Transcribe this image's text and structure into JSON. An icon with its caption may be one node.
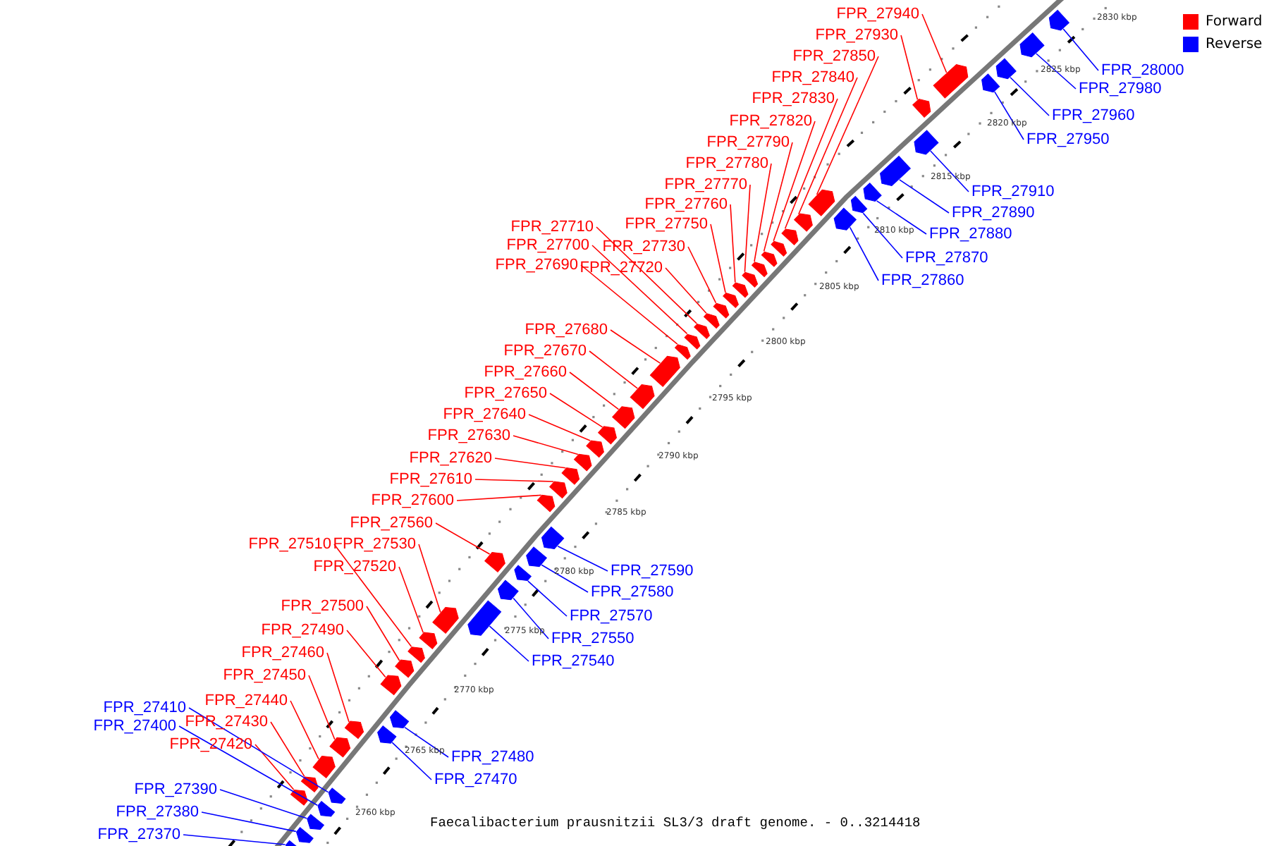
{
  "diagram": {
    "caption": "Faecalibacterium prausnitzii SL3/3 draft genome. - 0..3214418",
    "nodes": [
      {
        "text": [
          "FPR_27940"
        ]
      },
      {
        "text": [
          "FPR_27930"
        ]
      },
      {
        "text": [
          "FPR_27850"
        ]
      },
      {
        "text": [
          "FPR_27840"
        ]
      },
      {
        "text": [
          "FPR_27830"
        ]
      },
      {
        "text": [
          "FPR_27820"
        ]
      },
      {
        "text": [
          "FPR_27790"
        ]
      },
      {
        "text": [
          "FPR_27780"
        ]
      },
      {
        "text": [
          "FPR_27770"
        ]
      },
      {
        "text": [
          "FPR_27760"
        ]
      },
      {
        "text": [
          "FPR_27750"
        ]
      },
      {
        "text": [
          "FPR_27730"
        ]
      },
      {
        "text": [
          "FPR_27720"
        ]
      },
      {
        "text": [
          "FPR_27710"
        ]
      },
      {
        "text": [
          "FPR_27700"
        ]
      },
      {
        "text": [
          "FPR_27690"
        ]
      },
      {
        "text": [
          "FPR_27680"
        ]
      },
      {
        "text": [
          "FPR_27670"
        ]
      },
      {
        "text": [
          "FPR_27660"
        ]
      },
      {
        "text": [
          "FPR_27650"
        ]
      },
      {
        "text": [
          "FPR_27640"
        ]
      },
      {
        "text": [
          "FPR_27630"
        ]
      },
      {
        "text": [
          "FPR_27620"
        ]
      },
      {
        "text": [
          "FPR_27610"
        ]
      },
      {
        "text": [
          "FPR_27600"
        ]
      },
      {
        "text": [
          "FPR_27560"
        ]
      },
      {
        "text": [
          "FPR_27510"
        ]
      },
      {
        "text": [
          "FPR_27530"
        ]
      },
      {
        "text": [
          "FPR_27520"
        ]
      },
      {
        "text": [
          "FPR_27500"
        ]
      },
      {
        "text": [
          "FPR_27490"
        ]
      },
      {
        "text": [
          "FPR_27460"
        ]
      },
      {
        "text": [
          "FPR_27450"
        ]
      },
      {
        "text": [
          "FPR_27440"
        ]
      },
      {
        "text": [
          "FPR_27430"
        ]
      },
      {
        "text": [
          "FPR_27420"
        ]
      },
      {
        "text": [
          "FPR_28000"
        ]
      },
      {
        "text": [
          "FPR_27980"
        ]
      },
      {
        "text": [
          "FPR_27960"
        ]
      },
      {
        "text": [
          "FPR_27950"
        ]
      },
      {
        "text": [
          "FPR_27910"
        ]
      },
      {
        "text": [
          "FPR_27890"
        ]
      },
      {
        "text": [
          "FPR_27880"
        ]
      },
      {
        "text": [
          "FPR_27870"
        ]
      },
      {
        "text": [
          "FPR_27860"
        ]
      },
      {
        "text": [
          "FPR_27590"
        ]
      },
      {
        "text": [
          "FPR_27580"
        ]
      },
      {
        "text": [
          "FPR_27570"
        ]
      },
      {
        "text": [
          "FPR_27550"
        ]
      },
      {
        "text": [
          "FPR_27540"
        ]
      },
      {
        "text": [
          "FPR_27480"
        ]
      },
      {
        "text": [
          "FPR_27470"
        ]
      },
      {
        "text": [
          "FPR_27410"
        ]
      },
      {
        "text": [
          "FPR_27400"
        ]
      },
      {
        "text": [
          "FPR_27390"
        ]
      },
      {
        "text": [
          "FPR_27380"
        ]
      },
      {
        "text": [
          "FPR_27370"
        ]
      },
      {
        "text": [],
        "shape": "box"
      },
      {
        "text": [],
        "shape": "box"
      },
      {
        "text": [],
        "shape": "box"
      },
      {
        "text": [],
        "shape": "box"
      },
      {
        "text": [],
        "shape": "box"
      },
      {
        "text": [],
        "shape": "box"
      },
      {
        "text": [],
        "shape": "box"
      },
      {
        "text": [],
        "shape": "box"
      },
      {
        "text": [],
        "shape": "box"
      },
      {
        "text": [],
        "shape": "box"
      },
      {
        "text": [],
        "shape": "box"
      },
      {
        "text": [],
        "shape": "box"
      },
      {
        "text": [],
        "shape": "box"
      },
      {
        "text": [],
        "shape": "box"
      },
      {
        "text": [],
        "shape": "box"
      },
      {
        "text": [],
        "shape": "box"
      },
      {
        "text": [],
        "shape": "box"
      },
      {
        "text": [],
        "shape": "box"
      },
      {
        "text": [],
        "shape": "box"
      },
      {
        "text": [],
        "shape": "box"
      },
      {
        "text": [],
        "shape": "box"
      },
      {
        "text": [],
        "shape": "box"
      },
      {
        "text": [],
        "shape": "box"
      },
      {
        "text": [],
        "shape": "box"
      },
      {
        "text": [],
        "shape": "box"
      },
      {
        "text": [],
        "shape": "box"
      },
      {
        "text": [],
        "shape": "box"
      },
      {
        "text": [],
        "shape": "box"
      },
      {
        "text": [],
        "shape": "box"
      },
      {
        "text": [],
        "shape": "box"
      },
      {
        "text": [],
        "shape": "box"
      },
      {
        "text": [],
        "shape": "box"
      },
      {
        "text": [],
        "shape": "box"
      },
      {
        "text": [],
        "shape": "box"
      },
      {
        "text": [],
        "shape": "box"
      },
      {
        "text": [],
        "shape": "box"
      },
      {
        "text": [],
        "shape": "box"
      },
      {
        "text": [],
        "shape": "box"
      },
      {
        "text": [],
        "shape": "box"
      },
      {
        "text": [],
        "shape": "box"
      },
      {
        "text": [],
        "shape": "box"
      },
      {
        "text": [],
        "shape": "box"
      },
      {
        "text": [],
        "shape": "box"
      },
      {
        "text": [],
        "shape": "box"
      },
      {
        "text": [],
        "shape": "box"
      },
      {
        "text": [],
        "shape": "box"
      },
      {
        "text": [],
        "shape": "box"
      },
      {
        "text": [],
        "shape": "box"
      },
      {
        "text": [],
        "shape": "box"
      },
      {
        "text": [],
        "shape": "box"
      },
      {
        "text": [],
        "shape": "box"
      },
      {
        "text": [],
        "shape": "box"
      },
      {
        "text": [],
        "shape": "box"
      },
      {
        "text": [],
        "shape": "box"
      },
      {
        "text": [],
        "shape": "box"
      },
      {
        "text": [],
        "shape": "box"
      },
      {
        "text": [],
        "shape": "box"
      }
    ],
    "edges": [
      {
        "from": 0,
        "to": 57,
        "arrow": "none"
      },
      {
        "from": 1,
        "to": 58,
        "arrow": "none"
      },
      {
        "from": 2,
        "to": 59,
        "arrow": "none"
      },
      {
        "from": 3,
        "to": 60,
        "arrow": "none"
      },
      {
        "from": 4,
        "to": 61,
        "arrow": "none"
      },
      {
        "from": 5,
        "to": 62,
        "arrow": "none"
      },
      {
        "from": 6,
        "to": 63,
        "arrow": "none"
      },
      {
        "from": 7,
        "to": 64,
        "arrow": "none"
      },
      {
        "from": 8,
        "to": 65,
        "arrow": "none"
      },
      {
        "from": 9,
        "to": 66,
        "arrow": "none"
      },
      {
        "from": 10,
        "to": 67,
        "arrow": "none"
      },
      {
        "from": 11,
        "to": 68,
        "arrow": "none"
      },
      {
        "from": 12,
        "to": 69,
        "arrow": "none"
      },
      {
        "from": 13,
        "to": 70,
        "arrow": "none"
      },
      {
        "from": 14,
        "to": 71,
        "arrow": "none"
      },
      {
        "from": 15,
        "to": 72,
        "arrow": "none"
      },
      {
        "from": 16,
        "to": 73,
        "arrow": "none"
      },
      {
        "from": 17,
        "to": 74,
        "arrow": "none"
      },
      {
        "from": 18,
        "to": 75,
        "arrow": "none"
      },
      {
        "from": 19,
        "to": 76,
        "arrow": "none"
      },
      {
        "from": 20,
        "to": 77,
        "arrow": "none"
      },
      {
        "from": 21,
        "to": 78,
        "arrow": "none"
      },
      {
        "from": 22,
        "to": 79,
        "arrow": "none"
      },
      {
        "from": 23,
        "to": 80,
        "arrow": "none"
      },
      {
        "from": 24,
        "to": 81,
        "arrow": "none"
      },
      {
        "from": 25,
        "to": 82,
        "arrow": "none"
      },
      {
        "from": 26,
        "to": 83,
        "arrow": "none"
      },
      {
        "from": 27,
        "to": 84,
        "arrow": "none"
      },
      {
        "from": 28,
        "to": 85,
        "arrow": "none"
      },
      {
        "from": 29,
        "to": 86,
        "arrow": "none"
      },
      {
        "from": 30,
        "to": 87,
        "arrow": "none"
      },
      {
        "from": 31,
        "to": 88,
        "arrow": "none"
      },
      {
        "from": 32,
        "to": 89,
        "arrow": "none"
      },
      {
        "from": 33,
        "to": 90,
        "arrow": "none"
      },
      {
        "from": 34,
        "to": 91,
        "arrow": "none"
      },
      {
        "from": 35,
        "to": 92,
        "arrow": "none"
      },
      {
        "from": 36,
        "to": 93,
        "arrow": "none",
        "color": "#0000ff"
      },
      {
        "from": 37,
        "to": 94,
        "arrow": "none",
        "color": "#0000ff"
      },
      {
        "from": 38,
        "to": 95,
        "arrow": "none",
        "color": "#0000ff"
      },
      {
        "from": 39,
        "to": 96,
        "arrow": "none",
        "color": "#0000ff"
      },
      {
        "from": 40,
        "to": 97,
        "arrow": "none",
        "color": "#0000ff"
      },
      {
        "from": 41,
        "to": 98,
        "arrow": "none",
        "color": "#0000ff"
      },
      {
        "from": 42,
        "to": 99,
        "arrow": "none",
        "color": "#0000ff"
      },
      {
        "from": 43,
        "to": 100,
        "arrow": "none",
        "color": "#0000ff"
      },
      {
        "from": 44,
        "to": 101,
        "arrow": "none",
        "color": "#0000ff"
      },
      {
        "from": 45,
        "to": 102,
        "arrow": "none",
        "color": "#0000ff"
      },
      {
        "from": 46,
        "to": 103,
        "arrow": "none",
        "color": "#0000ff"
      },
      {
        "from": 47,
        "to": 104,
        "arrow": "none",
        "color": "#0000ff"
      },
      {
        "from": 48,
        "to": 105,
        "arrow": "none",
        "color": "#0000ff"
      },
      {
        "from": 49,
        "to": 106,
        "arrow": "none",
        "color": "#0000ff"
      },
      {
        "from": 50,
        "to": 107,
        "arrow": "none",
        "color": "#0000ff"
      },
      {
        "from": 51,
        "to": 108,
        "arrow": "none",
        "color": "#0000ff"
      },
      {
        "from": 52,
        "to": 109,
        "arrow": "none",
        "color": "#0000ff"
      },
      {
        "from": 53,
        "to": 110,
        "arrow": "none",
        "color": "#0000ff"
      },
      {
        "from": 54,
        "to": 111,
        "arrow": "none",
        "color": "#0000ff"
      },
      {
        "from": 55,
        "to": 112,
        "arrow": "none",
        "color": "#0000ff"
      },
      {
        "from": 56,
        "to": 113,
        "arrow": "none",
        "color": "#0000ff"
      }
    ],
    "labels": [
      "2830 kbp",
      "2825 kbp",
      "2820 kbp",
      "2815 kbp",
      "2810 kbp",
      "2805 kbp",
      "2800 kbp",
      "2795 kbp",
      "2790 kbp",
      "2785 kbp",
      "2780 kbp",
      "2775 kbp",
      "2770 kbp",
      "2765 kbp",
      "2760 kbp"
    ],
    "legend": [
      {
        "text": "Forward",
        "color": "#ff0000"
      },
      {
        "text": "Reverse",
        "color": "#0000ff"
      }
    ]
  }
}
